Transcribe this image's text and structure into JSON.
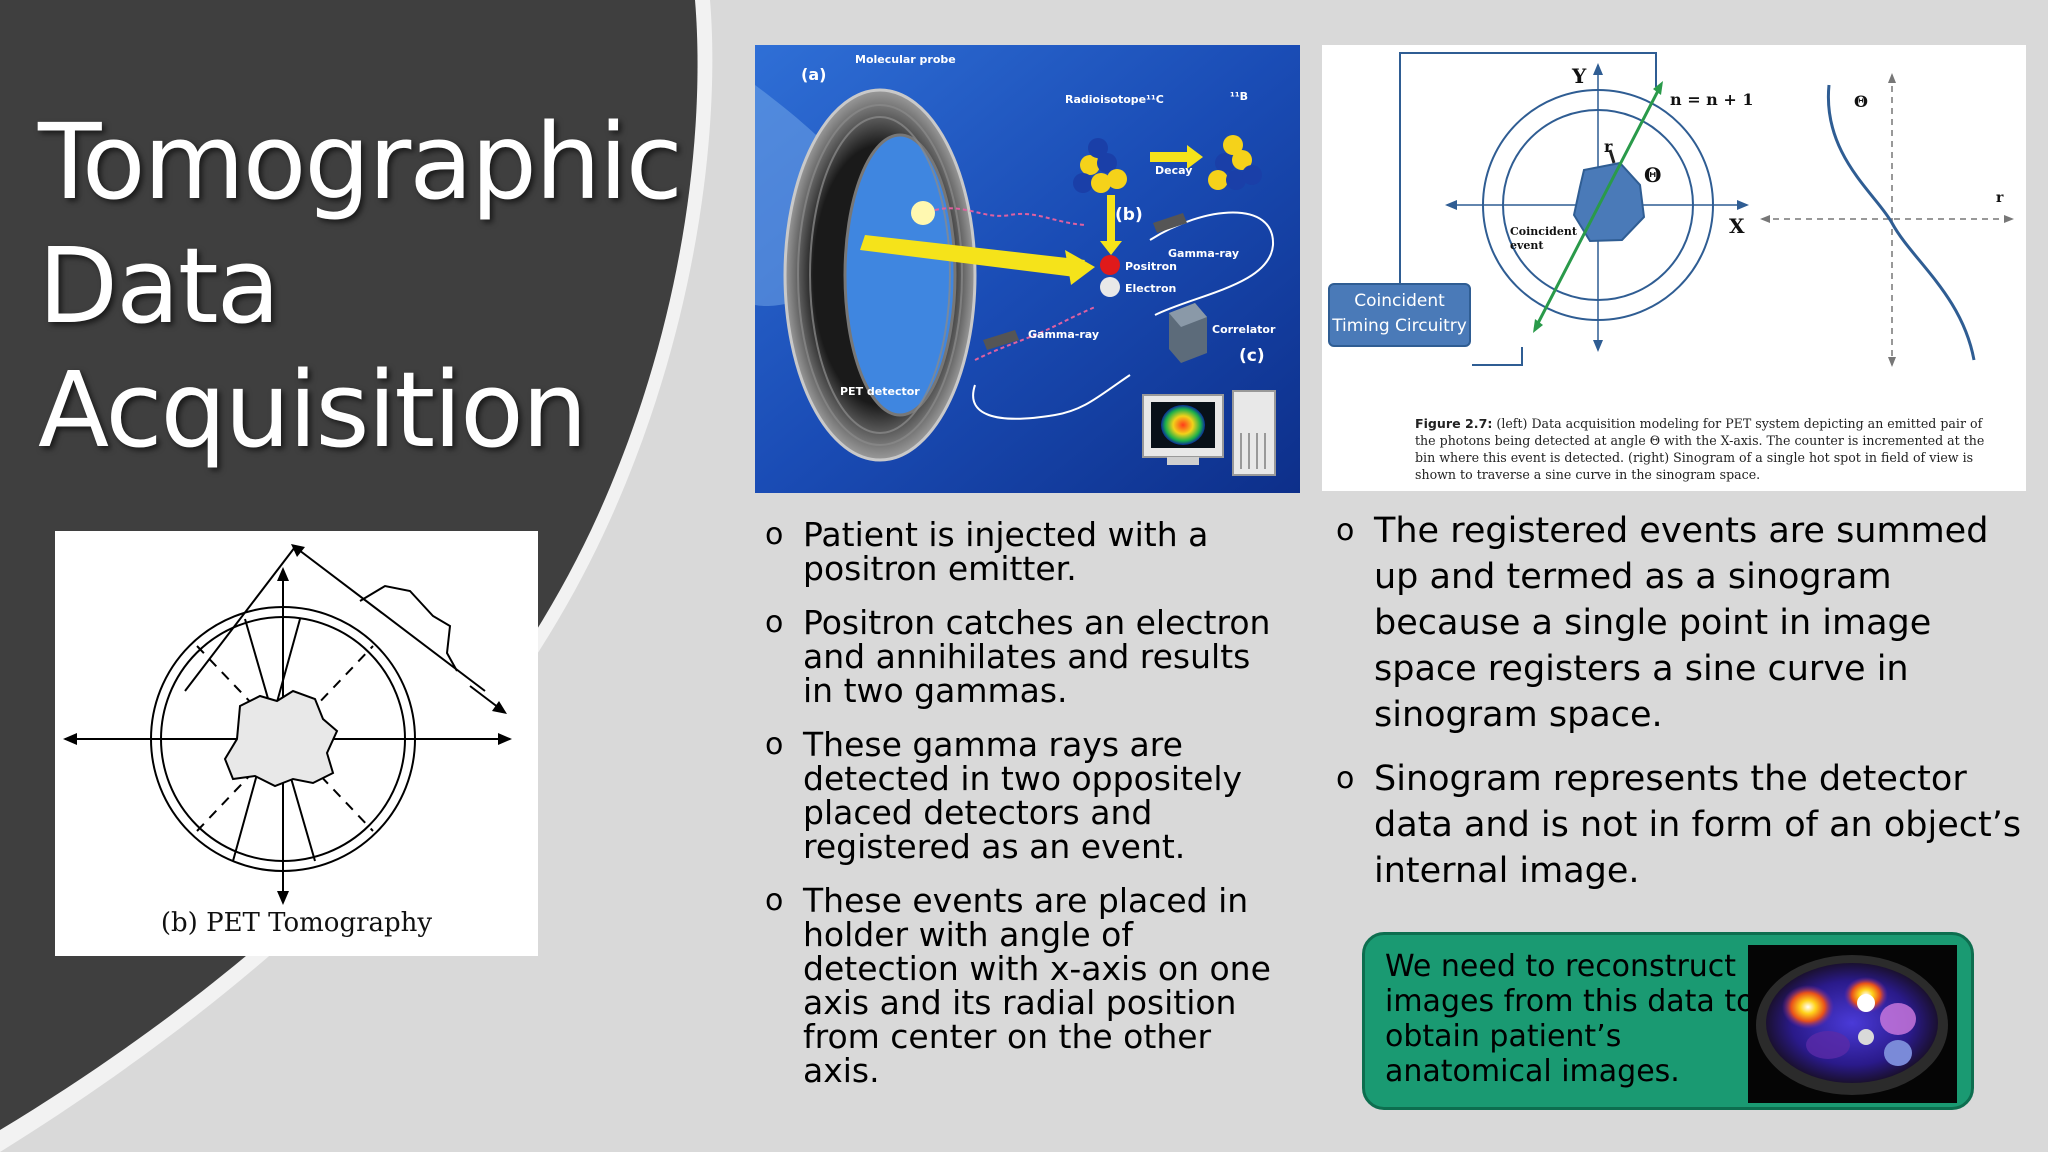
{
  "title": {
    "line1": "Tomographic",
    "line2": "Data",
    "line3": "Acquisition"
  },
  "pet_figure": {
    "caption": "(b) PET Tomography"
  },
  "pet_illustration": {
    "label_a": "(a)",
    "molecular_probe": "Molecular probe",
    "radioisotope": "Radioisotope¹¹C",
    "boron": "¹¹B",
    "decay": "Decay",
    "label_b": "(b)",
    "gamma_ray_top": "Gamma-ray",
    "positron": "Positron",
    "electron": "Electron",
    "gamma_ray_bottom": "Gamma-ray",
    "correlator": "Correlator",
    "label_c": "(c)",
    "pet_detector": "PET detector"
  },
  "sinogram_figure": {
    "y_axis": "Y",
    "x_axis": "X",
    "counter": "n = n + 1",
    "theta": "Θ",
    "r": "r",
    "theta_axis": "Θ",
    "r_axis": "r",
    "coincident_event": "Coincident event",
    "timing_box": "Coincident Timing Circuitry",
    "caption_label": "Figure 2.7:",
    "caption_text": "(left) Data acquisition modeling for PET system depicting an emitted pair of the photons being detected at angle Θ with the X-axis. The counter is incremented at the bin where this event is detected. (right) Sinogram of a single hot spot in field of view is shown to traverse a sine curve in the sinogram space."
  },
  "middle_bullets": [
    "Patient is injected with a positron emitter.",
    "Positron catches an electron and annihilates and results in two gammas.",
    "These gamma rays are detected in two oppositely placed detectors and registered as an event.",
    "These events are placed in holder with angle of detection with x-axis on one axis and its radial position from center on the other axis."
  ],
  "right_bullets": [
    "The registered events are summed up and termed as a sinogram because a single point in image space registers a sine curve in sinogram space.",
    "Sinogram represents the detector data and is not in form of an object’s internal image."
  ],
  "note": {
    "text": "We need to reconstruct images from this data to obtain patient’s anatomical images."
  },
  "colors": {
    "background": "#d9d9d9",
    "title_panel": "#3f3f3f",
    "note_fill": "#1a9a72",
    "timing_box": "#4a7ab8"
  }
}
